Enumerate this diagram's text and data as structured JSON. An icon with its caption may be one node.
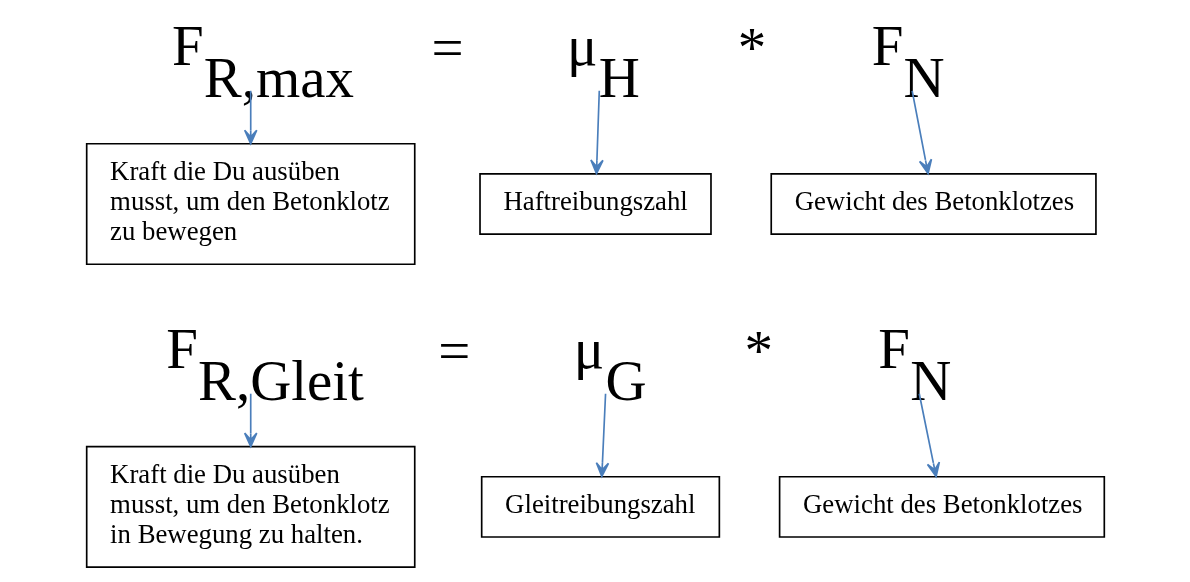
{
  "diagram": {
    "nodes": [
      {
        "text": [
          "F$_{R,max}$"
        ]
      },
      {
        "text": [
          "μ$_{H}$"
        ]
      },
      {
        "text": [
          "F$_{N}$"
        ]
      },
      {
        "text": [
          "Kraft die Du ausüben musst, um den Betonklotz zu bewegen"
        ]
      },
      {
        "text": [
          "Haftreibungszahl"
        ]
      },
      {
        "text": [
          "Gewicht des Betonklotzes"
        ]
      },
      {
        "text": [
          "F$_{R,Gleit}$"
        ]
      },
      {
        "text": [
          "μ$_{G}$"
        ]
      },
      {
        "text": [
          "F$_{N}$"
        ]
      },
      {
        "text": [
          "Kraft die Du ausüben musst, um den Betonklotz in Bewegung zu halten."
        ]
      },
      {
        "text": [
          "Gleitreibungszahl"
        ]
      },
      {
        "text": [
          "Gewicht des Betonklotzes"
        ]
      }
    ],
    "edges": [
      {
        "from": 0,
        "to": 3,
        "arrow": "to"
      },
      {
        "from": 1,
        "to": 4,
        "arrow": "to"
      },
      {
        "from": 2,
        "to": 5,
        "arrow": "to"
      },
      {
        "from": 6,
        "to": 9,
        "arrow": "to"
      },
      {
        "from": 7,
        "to": 10,
        "arrow": "to"
      },
      {
        "from": 8,
        "to": 11,
        "arrow": "to"
      }
    ],
    "labels": [
      "=",
      "*",
      "=",
      "*"
    ]
  }
}
